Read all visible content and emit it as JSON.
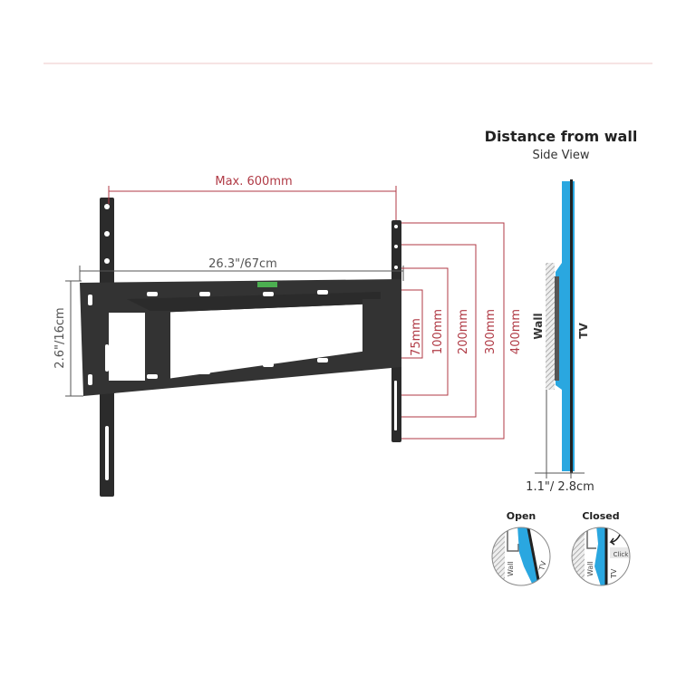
{
  "side_view": {
    "title": "Distance from wall",
    "subtitle": "Side View",
    "wall_label": "Wall",
    "tv_label": "TV",
    "depth": "1.1\"/ 2.8cm"
  },
  "bracket": {
    "max_width": "Max. 600mm",
    "width": "26.3\"/67cm",
    "height": "2.6\"/16cm",
    "vesa_heights": [
      "75mm",
      "100mm",
      "200mm",
      "300mm",
      "400mm"
    ]
  },
  "lock_states": {
    "open": {
      "label": "Open",
      "wall": "Wall",
      "tv": "TV"
    },
    "closed": {
      "label": "Closed",
      "wall": "Wall",
      "tv": "TV",
      "click": "Click"
    }
  },
  "colors": {
    "dimension_red": "#b03a45",
    "tv_blue": "#2aa7e0",
    "bracket": "#2b2b2b",
    "level_green": "#4caf50"
  }
}
